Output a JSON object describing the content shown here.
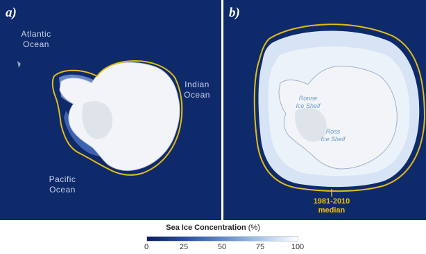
{
  "panels": {
    "a": {
      "label": "a)",
      "oceans": {
        "atlantic": [
          "Atlantic",
          "Ocean"
        ],
        "indian": [
          "Indian",
          "Ocean"
        ],
        "pacific": [
          "Pacific",
          "Ocean"
        ]
      }
    },
    "b": {
      "label": "b)",
      "shelves": {
        "ronne": [
          "Ronne",
          "Ice Shelf"
        ],
        "ross": [
          "Ross",
          "Ice Shelf"
        ]
      },
      "median_label": [
        "1981-2010",
        "median"
      ]
    }
  },
  "legend": {
    "title": "Sea Ice Concentration",
    "unit": "(%)",
    "ticks": [
      "0",
      "25",
      "50",
      "75",
      "100"
    ]
  },
  "colors": {
    "ocean": "#0f2a6b",
    "median_line": "#e2bd14",
    "ice": "#f2f4f8"
  }
}
